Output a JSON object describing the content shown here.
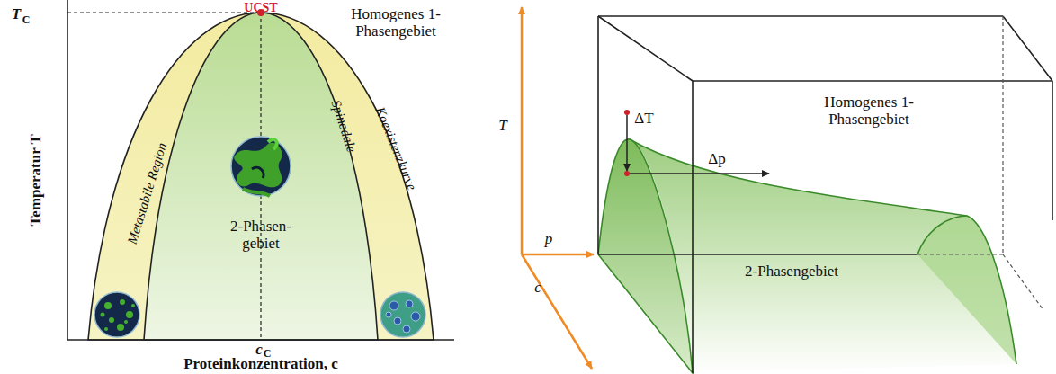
{
  "diagram": {
    "labels": [
      "T",
      "C",
      "UCST",
      "Homogenes 1-Phasengebiet",
      "Temperatur T",
      "Metastabile Region",
      "Spinodale",
      "Koexistenzkurve",
      "2-Phasen- gebiet",
      "c",
      "C",
      "Proteinkonzentration, c",
      "T",
      "ΔT",
      "Homogenes 1-Phasengebiet",
      "p",
      "Δp",
      "2-Phasengebiet",
      "c"
    ]
  }
}
